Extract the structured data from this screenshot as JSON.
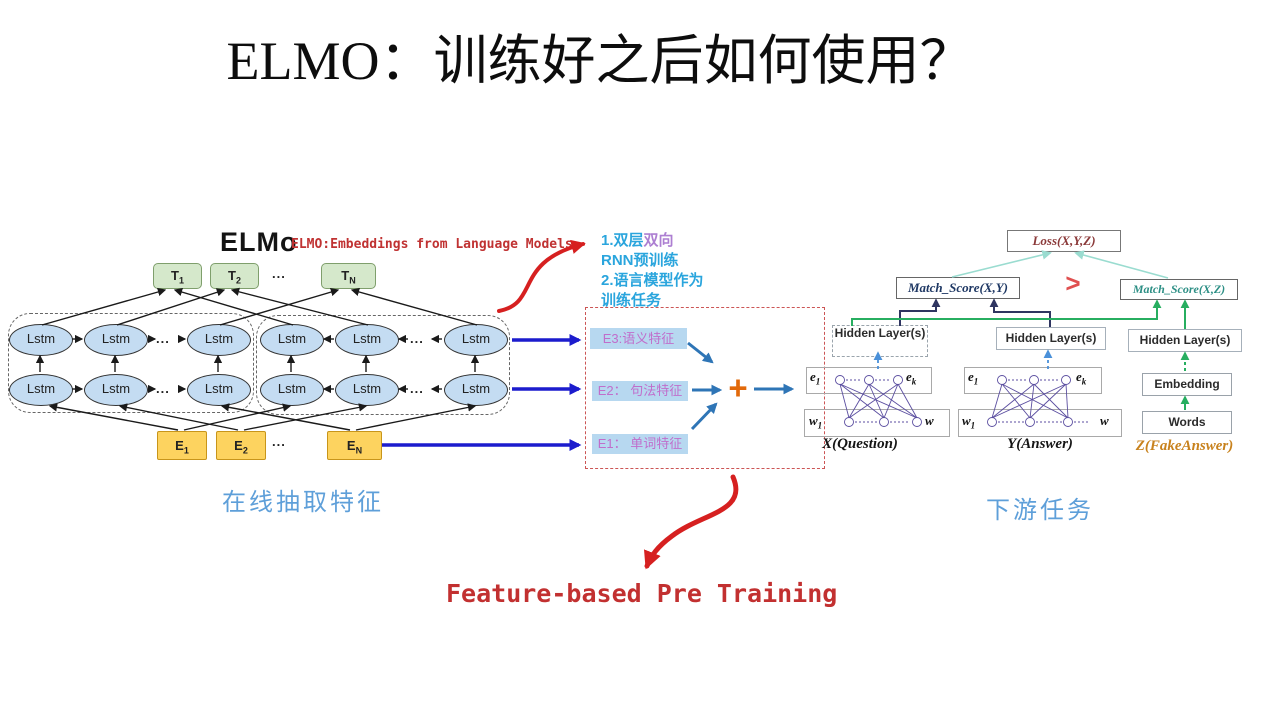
{
  "title": "ELMO：训练好之后如何使用？",
  "elmo": {
    "label": "ELMo",
    "subtitle": "ELMO:Embeddings from Language Models",
    "lstm": "Lstm",
    "dots": "...",
    "t": [
      {
        "main": "T",
        "sub": "1"
      },
      {
        "main": "T",
        "sub": "2"
      },
      {
        "main": "T",
        "sub": "N"
      }
    ],
    "e": [
      {
        "main": "E",
        "sub": "1"
      },
      {
        "main": "E",
        "sub": "2"
      },
      {
        "main": "E",
        "sub": "N"
      }
    ],
    "caption": "在线抽取特征"
  },
  "note": {
    "l1a": "1.双层",
    "l1b": "双向",
    "l2": "RNN预训练",
    "l3": "2.语言模型作为",
    "l4": "训练任务"
  },
  "features": {
    "e3": "E3:语义特征",
    "e2": "E2： 句法特征",
    "e1": "E1： 单词特征",
    "plus": "+"
  },
  "pretraining": "Feature-based Pre Training",
  "task": {
    "loss": "Loss(X,Y,Z)",
    "match_xy": "Match_Score(X,Y)",
    "gt": ">",
    "match_xz": "Match_Score(X,Z)",
    "hidden": "Hidden Layer(s)",
    "embedding": "Embedding",
    "words": "Words",
    "e1": {
      "main": "e",
      "sub": "1"
    },
    "ek": {
      "main": "e",
      "sub": "k"
    },
    "w1": {
      "main": "w",
      "sub": "1"
    },
    "w": "w",
    "x_label": "X(Question)",
    "y_label": "Y(Answer)",
    "z_label": "Z(FakeAnswer)",
    "caption": "下游任务"
  },
  "colors": {
    "accent_blue_arrow": "#1c1ccd",
    "steel_arrow": "#2e75b6",
    "red": "#d62020",
    "note_blue": "#2aa5dd",
    "note_purple": "#ad7fd2",
    "caption_blue": "#5e9fd9",
    "feature_bg": "#b7d8f0",
    "feature_text": "#c06ecb",
    "plus_orange": "#e2690a",
    "t_box_green": "#d5e8cb",
    "e_box_yellow": "#fdd35f",
    "lstm_blue": "#c4dcf2",
    "navy": "#1f3864",
    "teal": "#2d8f85",
    "green_arrow": "#27ae60",
    "purple_net": "#5b4ea0",
    "loss_maroon": "#8b3a3a"
  }
}
